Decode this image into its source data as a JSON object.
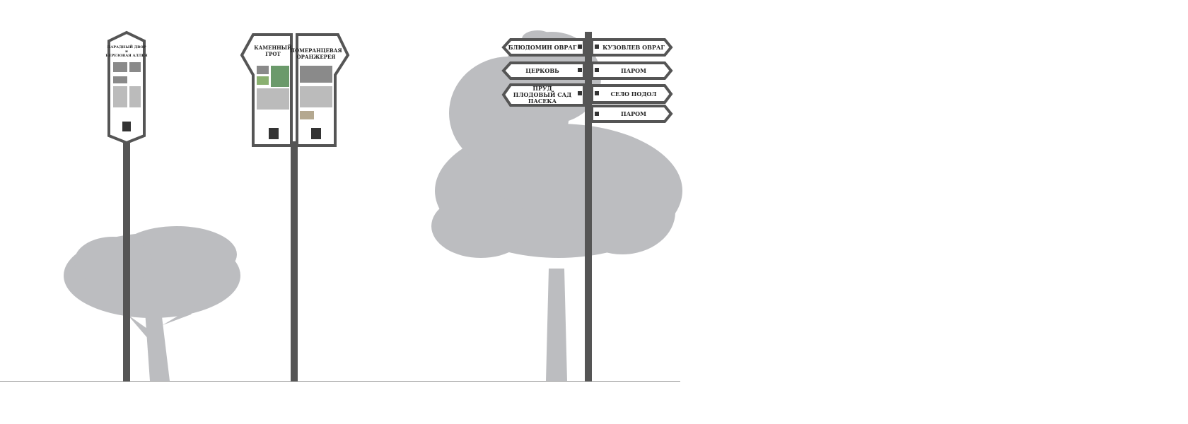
{
  "signs": {
    "info_single": {
      "title_line1": "ПАРАДНЫЙ ДВОР",
      "title_line2": "и",
      "title_line3": "БЕРЕЗОВАЯ АЛЛЕЯ"
    },
    "info_double": {
      "left_line1": "КАМЕННЫЙ",
      "left_line2": "ГРОТ",
      "right_line1": "ПОМЕРАНЦЕВАЯ",
      "right_line2": "ОРАНЖЕРЕЯ"
    },
    "directions_left": [
      {
        "lines": [
          "БЛЮДОМИН ОВРАГ"
        ]
      },
      {
        "lines": [
          "ЦЕРКОВЬ"
        ]
      },
      {
        "lines": [
          "ПРУД",
          "ПЛОДОВЫЙ САД",
          "ПАСЕКА"
        ]
      }
    ],
    "directions_right": [
      {
        "lines": [
          "КУЗОВЛЕВ ОВРАГ"
        ]
      },
      {
        "lines": [
          "ПАРОМ"
        ]
      },
      {
        "lines": [
          "СЕЛО ПОДОЛ"
        ]
      },
      {
        "lines": [
          "ПАРОМ"
        ]
      }
    ]
  },
  "colors": {
    "pole": "#555555",
    "tree": "#bcbdc0",
    "ground": "#999999"
  }
}
